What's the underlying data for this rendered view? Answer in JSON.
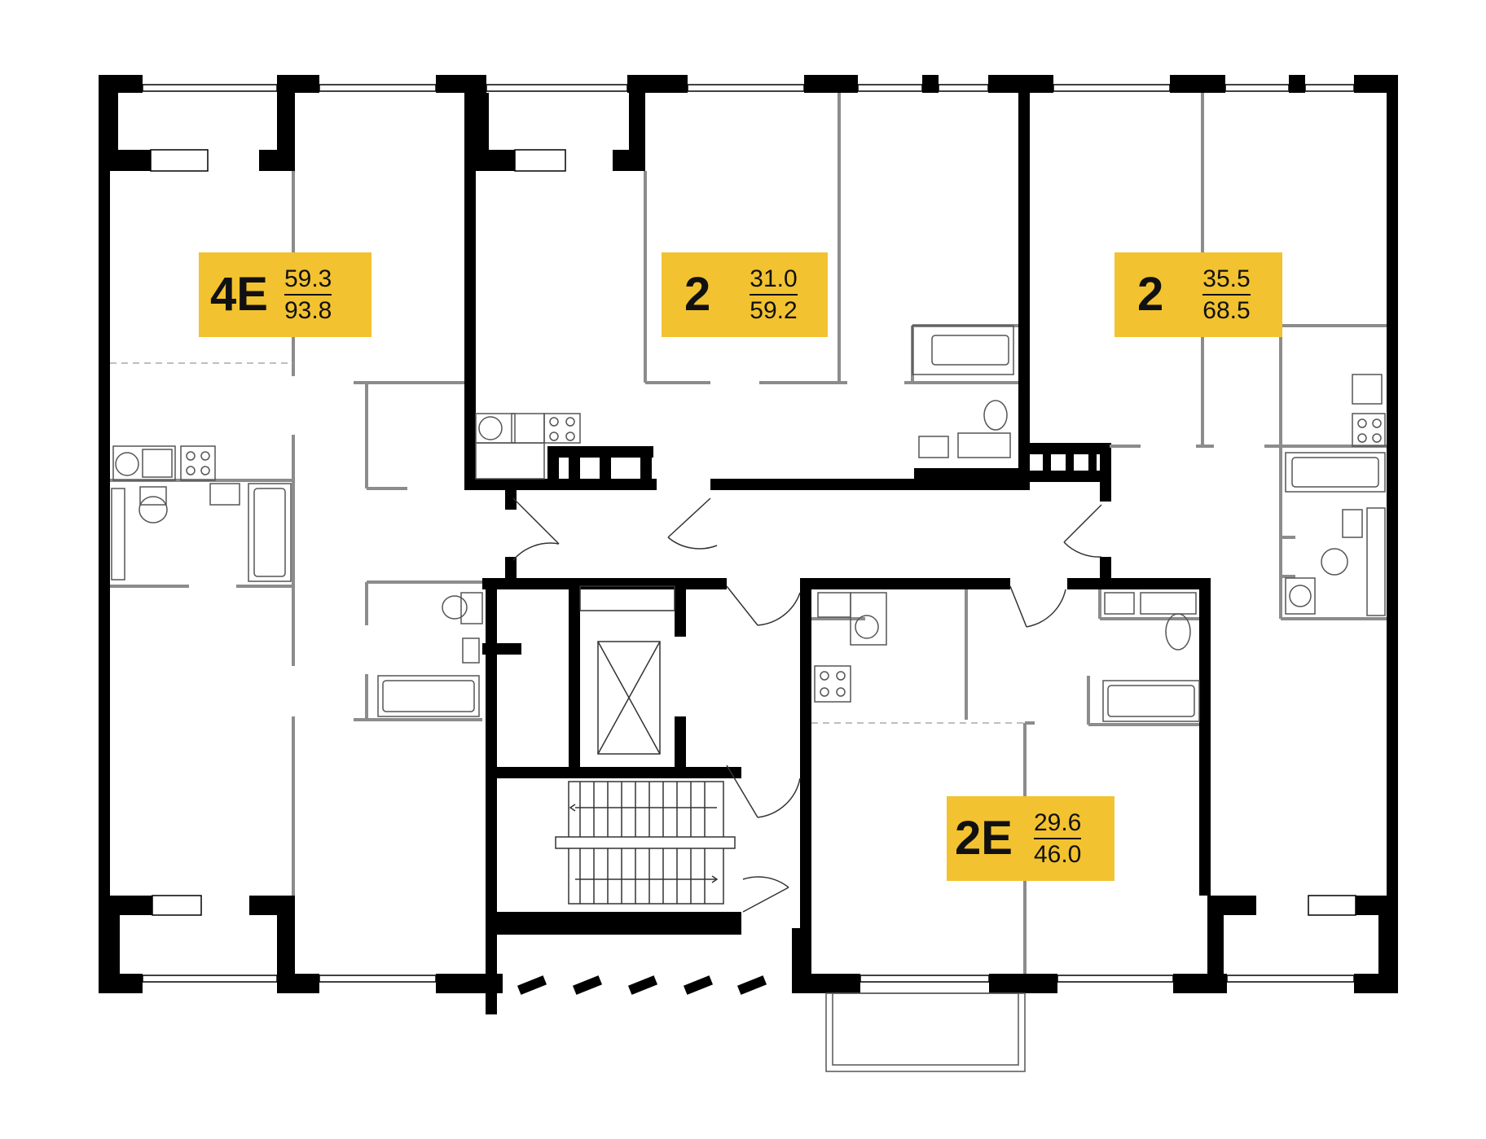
{
  "apartments": [
    {
      "type": "4E",
      "living_area": "59.3",
      "total_area": "93.8"
    },
    {
      "type": "2",
      "living_area": "31.0",
      "total_area": "59.2"
    },
    {
      "type": "2",
      "living_area": "35.5",
      "total_area": "68.5"
    },
    {
      "type": "2E",
      "living_area": "29.6",
      "total_area": "46.0"
    }
  ],
  "colors": {
    "badge": "#f2c230",
    "wall": "#000000",
    "partition": "#8c8c8c"
  }
}
